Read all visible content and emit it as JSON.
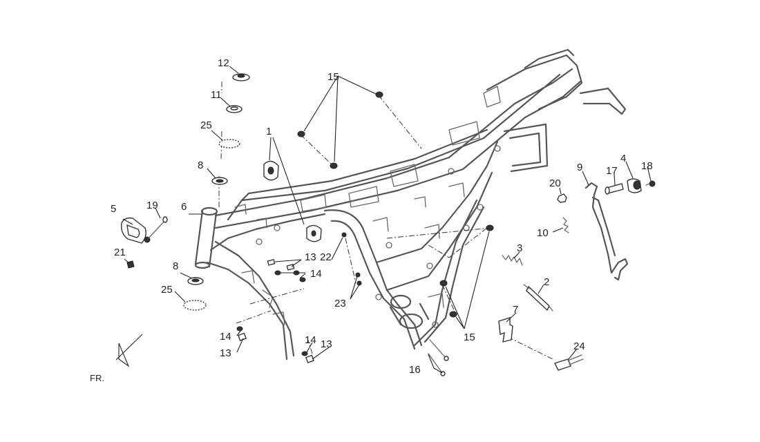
{
  "diagram": {
    "direction_label": "FR.",
    "callouts": [
      {
        "id": "c1",
        "text": "1"
      },
      {
        "id": "c2",
        "text": "2"
      },
      {
        "id": "c3",
        "text": "3"
      },
      {
        "id": "c4",
        "text": "4"
      },
      {
        "id": "c5",
        "text": "5"
      },
      {
        "id": "c6",
        "text": "6"
      },
      {
        "id": "c7",
        "text": "7"
      },
      {
        "id": "c8a",
        "text": "8"
      },
      {
        "id": "c8b",
        "text": "8"
      },
      {
        "id": "c9",
        "text": "9"
      },
      {
        "id": "c10",
        "text": "10"
      },
      {
        "id": "c11",
        "text": "11"
      },
      {
        "id": "c12",
        "text": "12"
      },
      {
        "id": "c13a",
        "text": "13"
      },
      {
        "id": "c13b",
        "text": "13"
      },
      {
        "id": "c13c",
        "text": "13"
      },
      {
        "id": "c14a",
        "text": "14"
      },
      {
        "id": "c14b",
        "text": "14"
      },
      {
        "id": "c14c",
        "text": "14"
      },
      {
        "id": "c15a",
        "text": "15"
      },
      {
        "id": "c15b",
        "text": "15"
      },
      {
        "id": "c16",
        "text": "16"
      },
      {
        "id": "c17",
        "text": "17"
      },
      {
        "id": "c18",
        "text": "18"
      },
      {
        "id": "c19",
        "text": "19"
      },
      {
        "id": "c20",
        "text": "20"
      },
      {
        "id": "c21",
        "text": "21"
      },
      {
        "id": "c22",
        "text": "22"
      },
      {
        "id": "c23",
        "text": "23"
      },
      {
        "id": "c24",
        "text": "24"
      },
      {
        "id": "c25a",
        "text": "25"
      },
      {
        "id": "c25b",
        "text": "25"
      }
    ]
  }
}
